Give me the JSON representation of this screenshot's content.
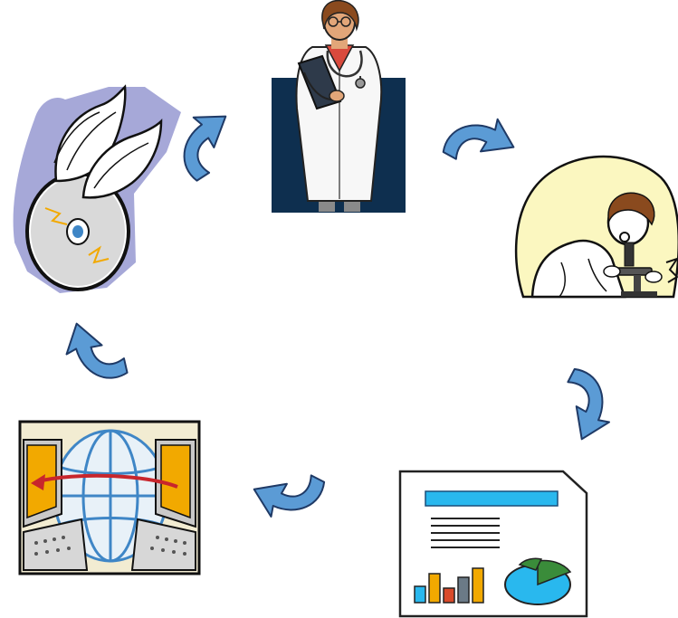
{
  "diagram": {
    "type": "cycle",
    "colors": {
      "arrow": "#5b9bd5",
      "arrow_stroke": "#1f3a66",
      "doctor_panel": "#0e2f4f",
      "lab_circle": "#fbf7c0",
      "globe": "#3f86c6",
      "cd_wash": "#a6a8d8",
      "chart_accent": "#29b8ee"
    },
    "nodes": [
      {
        "id": "doctor",
        "icon": "doctor-with-clipboard-icon"
      },
      {
        "id": "scientist",
        "icon": "scientist-microscope-icon"
      },
      {
        "id": "report",
        "icon": "report-with-charts-icon"
      },
      {
        "id": "network",
        "icon": "computers-network-globe-icon"
      },
      {
        "id": "data-disc",
        "icon": "winged-cd-icon"
      }
    ],
    "flow": [
      "doctor",
      "scientist",
      "report",
      "network",
      "data-disc",
      "doctor"
    ]
  }
}
